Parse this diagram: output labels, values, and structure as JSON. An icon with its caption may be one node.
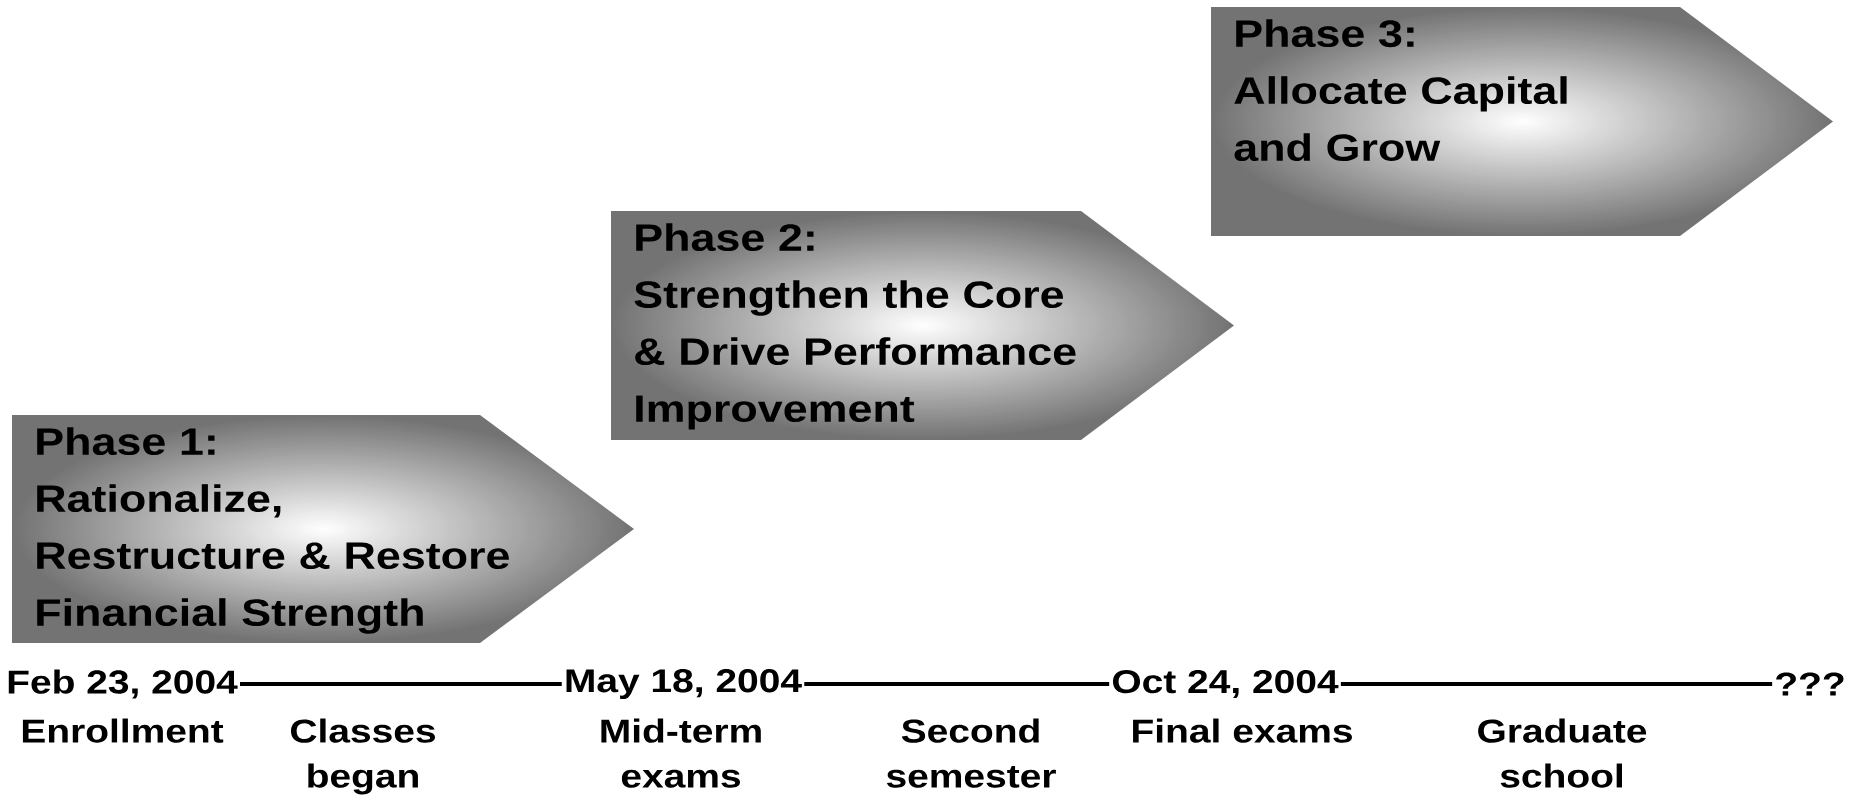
{
  "diagram": {
    "nodes": [
      {
        "text": [
          "Phase 1:",
          "Rationalize, Restructure & Restore Financial Strength"
        ]
      },
      {
        "text": [
          "Phase 2:",
          "Strengthen the Core & Drive Performance Improvement"
        ]
      },
      {
        "text": [
          "Phase 3:",
          "Allocate Capital and Grow"
        ]
      },
      {
        "text": [
          "Feb 23, 2004"
        ]
      },
      {
        "text": [
          "May 18, 2004"
        ]
      },
      {
        "text": [
          "Oct 24, 2004"
        ]
      },
      {
        "text": [
          "???"
        ]
      }
    ],
    "edges": [
      {
        "from": 3,
        "to": 4,
        "arrow": "none"
      },
      {
        "from": 4,
        "to": 5,
        "arrow": "none"
      },
      {
        "from": 5,
        "to": 6,
        "arrow": "none"
      }
    ],
    "labels": [
      "Enrollment",
      "Classes began",
      "Mid-term exams",
      "Second semester",
      "Final exams",
      "Graduate school"
    ]
  }
}
